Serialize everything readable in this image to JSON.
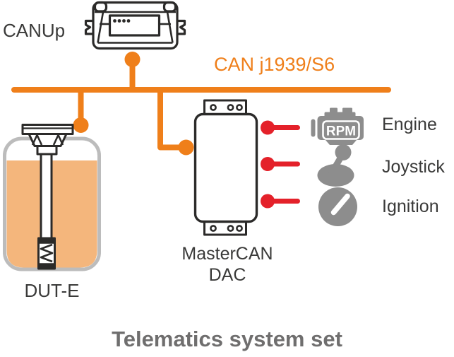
{
  "title": "Telematics system set",
  "bus": {
    "label": "CAN j1939/S6"
  },
  "devices": {
    "canup": {
      "label": "CANUp"
    },
    "dute": {
      "label": "DUT-E"
    },
    "mastercan": {
      "line1": "MasterCAN",
      "line2": "DAC"
    }
  },
  "inputs": [
    {
      "label": "Engine",
      "icon": "engine-rpm-icon",
      "badge": "RPM"
    },
    {
      "label": "Joystick",
      "icon": "joystick-icon"
    },
    {
      "label": "Ignition",
      "icon": "ignition-icon"
    }
  ],
  "colors": {
    "accent_orange": "#EF7F1A",
    "signal_red": "#E4212A",
    "icon_gray": "#8D8D8D",
    "outline_dark": "#2B2A29",
    "fuel_fill": "#F4B67C",
    "tank_border": "#BCBCBC",
    "label_dark": "#3A3A39",
    "title_gray": "#6F6E6E"
  }
}
